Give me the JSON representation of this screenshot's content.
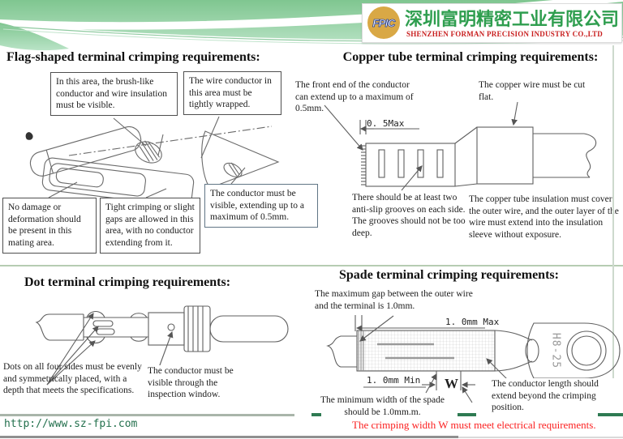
{
  "header": {
    "logo_text": "FPIC",
    "company_cn": "深圳富明精密工业有限公司",
    "company_en": "SHENZHEN FORMAN PRECISION INDUSTRY CO.,LTD"
  },
  "sections": {
    "flag": {
      "title": "Flag-shaped terminal crimping requirements:",
      "callouts": {
        "brush": "In this area, the brush-like conductor and wire insulation must be visible.",
        "wrapped": "The wire conductor in this area must be tightly wrapped.",
        "no_damage": "No damage or deformation should be present in this mating area.",
        "tight": "Tight crimping or slight gaps are allowed in this area, with no conductor extending from it.",
        "visible": "The conductor must be visible, extending up to a maximum of 0.5mm."
      }
    },
    "copper": {
      "title": "Copper tube terminal crimping requirements:",
      "callouts": {
        "front_end": "The front end of the conductor can extend up to a maximum of 0.5mm.",
        "cut_flat": "The copper wire must be cut flat.",
        "grooves": "There should be at least two anti-slip grooves on each side. The grooves should not be too deep.",
        "insulation": "The copper tube insulation must cover the outer wire, and the outer layer of the wire must extend into the insulation sleeve without exposure."
      },
      "dim_05max": "0. 5Max"
    },
    "dot": {
      "title": "Dot terminal crimping requirements:",
      "callouts": {
        "dots": "Dots on all four sides must be evenly and symmetrically placed, with a depth that meets the specifications.",
        "window": "The conductor must be visible through the inspection window."
      }
    },
    "spade": {
      "title": "Spade terminal crimping requirements:",
      "callouts": {
        "max_gap": "The maximum gap between the outer wire and the terminal is 1.0mm.",
        "min_width": "The minimum width of the spade should be 1.0mm.m.",
        "conductor_length": "The conductor length should extend beyond the crimping position."
      },
      "dim_max": "1. 0mm Max",
      "dim_min": "1. 0mm Min",
      "w_label": "W",
      "part_label": "H8-25",
      "warning": "The crimping width W must meet electrical requirements."
    }
  },
  "footer": {
    "url": "http://www.sz-fpi.com"
  },
  "colors": {
    "header_green": "#7fc690",
    "accent_green": "#2e7a52",
    "divider_green": "#b6ccb2",
    "logo_gold": "#d9a845",
    "company_green": "#2f9e4f",
    "company_red": "#c81e1e",
    "warning_red": "#fb2020",
    "url_green": "#23704d"
  }
}
